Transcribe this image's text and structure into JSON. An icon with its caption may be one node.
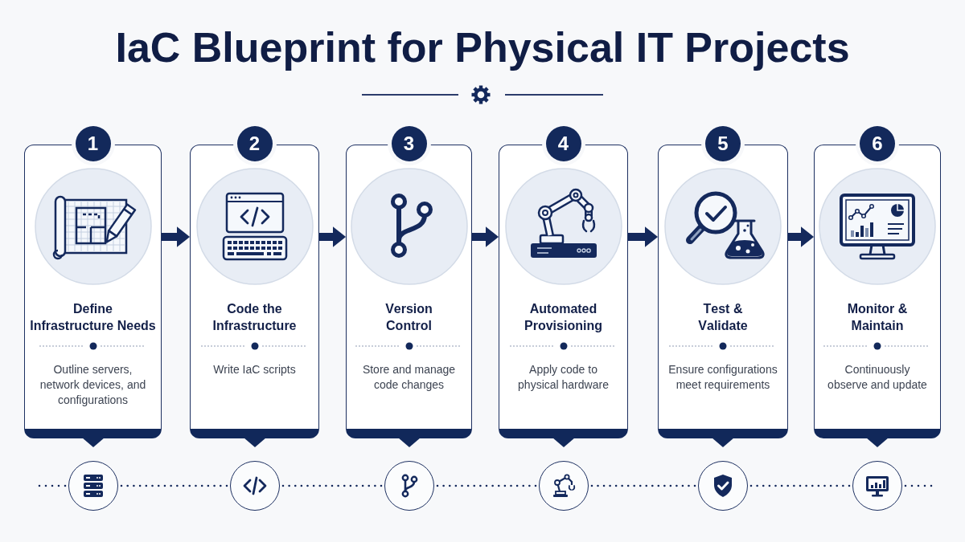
{
  "diagram": {
    "title": "IaC Blueprint for Physical IT Projects",
    "nodes": [
      {
        "text": [
          "1",
          "Define Infrastructure Needs",
          "Outline servers, network devices, and configurations"
        ]
      },
      {
        "text": [
          "2",
          "Code the Infrastructure",
          "Write IaC scripts"
        ]
      },
      {
        "text": [
          "3",
          "Version Control",
          "Store and manage code changes"
        ]
      },
      {
        "text": [
          "4",
          "Automated Provisioning",
          "Apply code to physical hardware"
        ]
      },
      {
        "text": [
          "5",
          "Test & Validate",
          "Ensure configurations meet requirements"
        ]
      },
      {
        "text": [
          "6",
          "Monitor & Maintain",
          "Continuously observe and update"
        ]
      },
      {
        "text": [],
        "shape": "circle"
      },
      {
        "text": [],
        "shape": "circle"
      },
      {
        "text": [],
        "shape": "circle"
      },
      {
        "text": [],
        "shape": "circle"
      },
      {
        "text": [],
        "shape": "circle"
      },
      {
        "text": [],
        "shape": "circle"
      }
    ],
    "edges": [
      {
        "from": 0,
        "to": 1,
        "arrow": "to",
        "style": "thick"
      },
      {
        "from": 1,
        "to": 2,
        "arrow": "to",
        "style": "thick"
      },
      {
        "from": 2,
        "to": 3,
        "arrow": "to",
        "style": "thick"
      },
      {
        "from": 3,
        "to": 4,
        "arrow": "to",
        "style": "thick"
      },
      {
        "from": 4,
        "to": 5,
        "arrow": "to",
        "style": "thick"
      },
      {
        "from": null,
        "to": 6,
        "arrow": "none",
        "style": "dashed"
      },
      {
        "from": 6,
        "to": 7,
        "arrow": "none",
        "style": "dashed"
      },
      {
        "from": 7,
        "to": 8,
        "arrow": "none",
        "style": "dashed"
      },
      {
        "from": 8,
        "to": 9,
        "arrow": "none",
        "style": "dashed"
      },
      {
        "from": 9,
        "to": 10,
        "arrow": "none",
        "style": "dashed"
      },
      {
        "from": 10,
        "to": 11,
        "arrow": "none",
        "style": "dashed"
      },
      {
        "from": 11,
        "to": null,
        "arrow": "none",
        "style": "dashed"
      }
    ]
  }
}
